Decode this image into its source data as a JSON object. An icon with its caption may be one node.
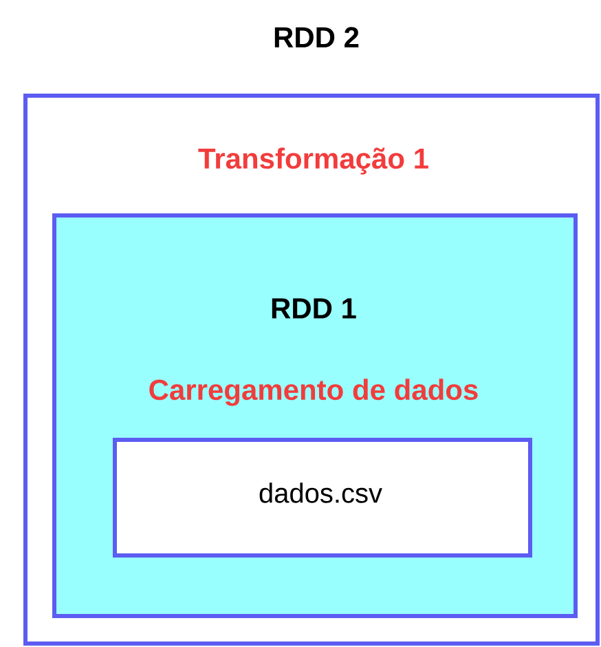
{
  "diagram": {
    "nodes": [
      {
        "text": [
          "RDD 2",
          "Transformação 1"
        ]
      },
      {
        "text": [
          "RDD 1",
          "Carregamento de dados"
        ],
        "in": 0
      },
      {
        "text": [
          "dados.csv"
        ],
        "in": 1
      }
    ]
  }
}
